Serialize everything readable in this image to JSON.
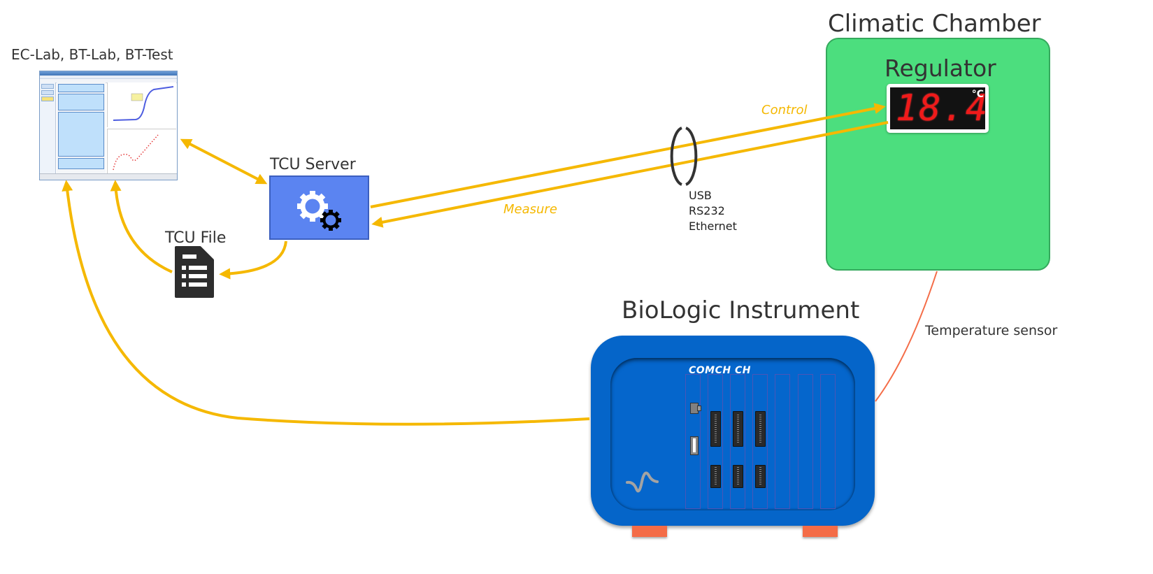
{
  "software": {
    "label": "EC-Lab, BT-Lab, BT-Test",
    "screenshot_description": "EC-Lab software window with technique settings form and two plots"
  },
  "tcu_server": {
    "label": "TCU Server",
    "icon": "gears-icon"
  },
  "tcu_file": {
    "label": "TCU File",
    "icon": "document-list-icon"
  },
  "link": {
    "control_label": "Control",
    "measure_label": "Measure",
    "interfaces": [
      "USB",
      "RS232",
      "Ethernet"
    ]
  },
  "climatic_chamber": {
    "label": "Climatic Chamber",
    "regulator_label": "Regulator",
    "display_value": "18.4",
    "display_unit": "°C"
  },
  "instrument": {
    "label": "BioLogic Instrument",
    "panel_text": "COMCH CH",
    "logo_icon": "biologic-wave-icon"
  },
  "sensor": {
    "label": "Temperature sensor"
  },
  "colors": {
    "arrow": "#f5b800",
    "server": "#5b84f1",
    "chamber": "#4cde7e",
    "instrument": "#0565c9",
    "sensor_line": "#f46c47",
    "display_digits": "#f01a1a"
  }
}
